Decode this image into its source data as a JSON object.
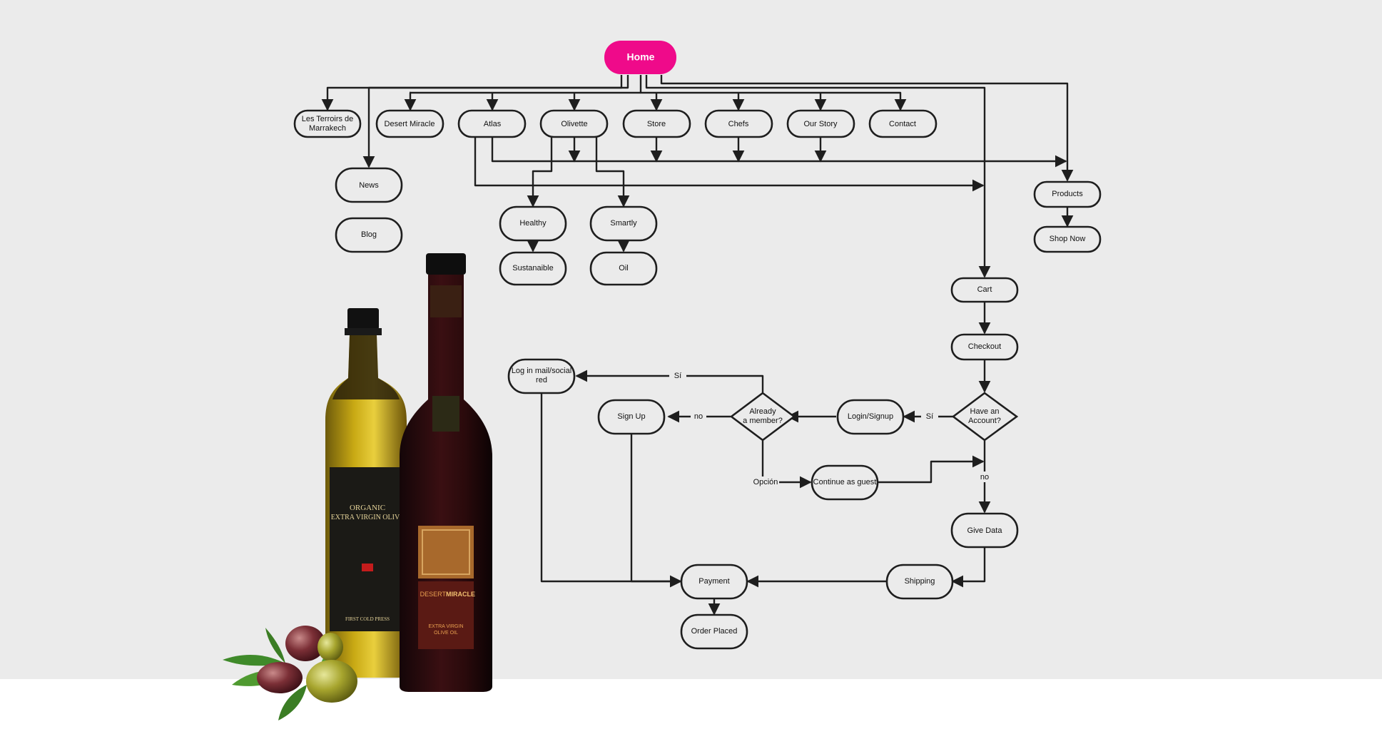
{
  "diagram": {
    "colors": {
      "background": "#ebebeb",
      "home": "#ef0a8a",
      "line": "#1e1e1e",
      "footer": "#ffffff"
    },
    "nodes": {
      "home": "Home",
      "terroirs": [
        "Les Terroirs de",
        "Marrakech"
      ],
      "desert": "Desert Miracle",
      "atlas": "Atlas",
      "olivette": "Olivette",
      "store": "Store",
      "chefs": "Chefs",
      "story": "Our Story",
      "contact": "Contact",
      "news": "News",
      "blog": "Blog",
      "healthy": "Healthy",
      "smartly": "Smartly",
      "sustainable": "Sustanaible",
      "oil": "Oil",
      "products": "Products",
      "shopnow": "Shop Now",
      "cart": "Cart",
      "checkout": "Checkout",
      "haveaccount": [
        "Have an",
        "Account?"
      ],
      "loginsignup": "Login/Signup",
      "member": [
        "Already",
        "a member?"
      ],
      "signup": "Sign Up",
      "login": [
        "Log in mail/social",
        "red"
      ],
      "guest": "Continue as guest",
      "givedata": "Give Data",
      "shipping": "Shipping",
      "payment": "Payment",
      "order": "Order Placed"
    },
    "edge_labels": {
      "si_login": "Sí",
      "si_account": "Sí",
      "no_signup": "no",
      "no_account": "no",
      "opcion": "Opción"
    }
  },
  "product_image": {
    "bottle_left": {
      "lines": [
        "ORGANIC",
        "EXTRA VIRGIN OLIVE",
        "FIRST COLD PRESS"
      ]
    },
    "bottle_right": {
      "brand_a": "DESERT",
      "brand_b": "MIRACLE",
      "lines": [
        "EXTRA VIRGIN",
        "OLIVE OIL"
      ]
    }
  }
}
